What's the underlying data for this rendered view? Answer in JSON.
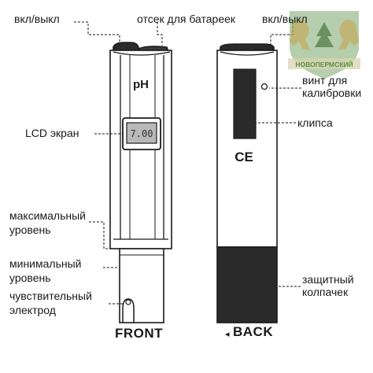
{
  "front": {
    "caption": "FRONT",
    "body_label": "pH",
    "lcd_readout": "7.00"
  },
  "back": {
    "caption": "BACK",
    "ce_mark": "CE"
  },
  "labels": {
    "power_left": "вкл/выкл",
    "battery": "отсек для батареек",
    "power_right": "вкл/выкл",
    "calib_screw_1": "винт для",
    "calib_screw_2": "калибровки",
    "lcd": "LCD экран",
    "clip": "клипса",
    "max_level_1": "максимальный",
    "max_level_2": "уровень",
    "min_level_1": "минимальный",
    "min_level_2": "уровень",
    "electrode_1": "чувствительный",
    "electrode_2": "электрод",
    "cap_1": "защитный",
    "cap_2": "колпачек"
  },
  "watermark": {
    "text": "НОВОПЕРМСКИЙ",
    "colors": {
      "green": "#4e8a3c",
      "ribbon": "#d9d4b0",
      "gold": "#c9a046"
    }
  }
}
